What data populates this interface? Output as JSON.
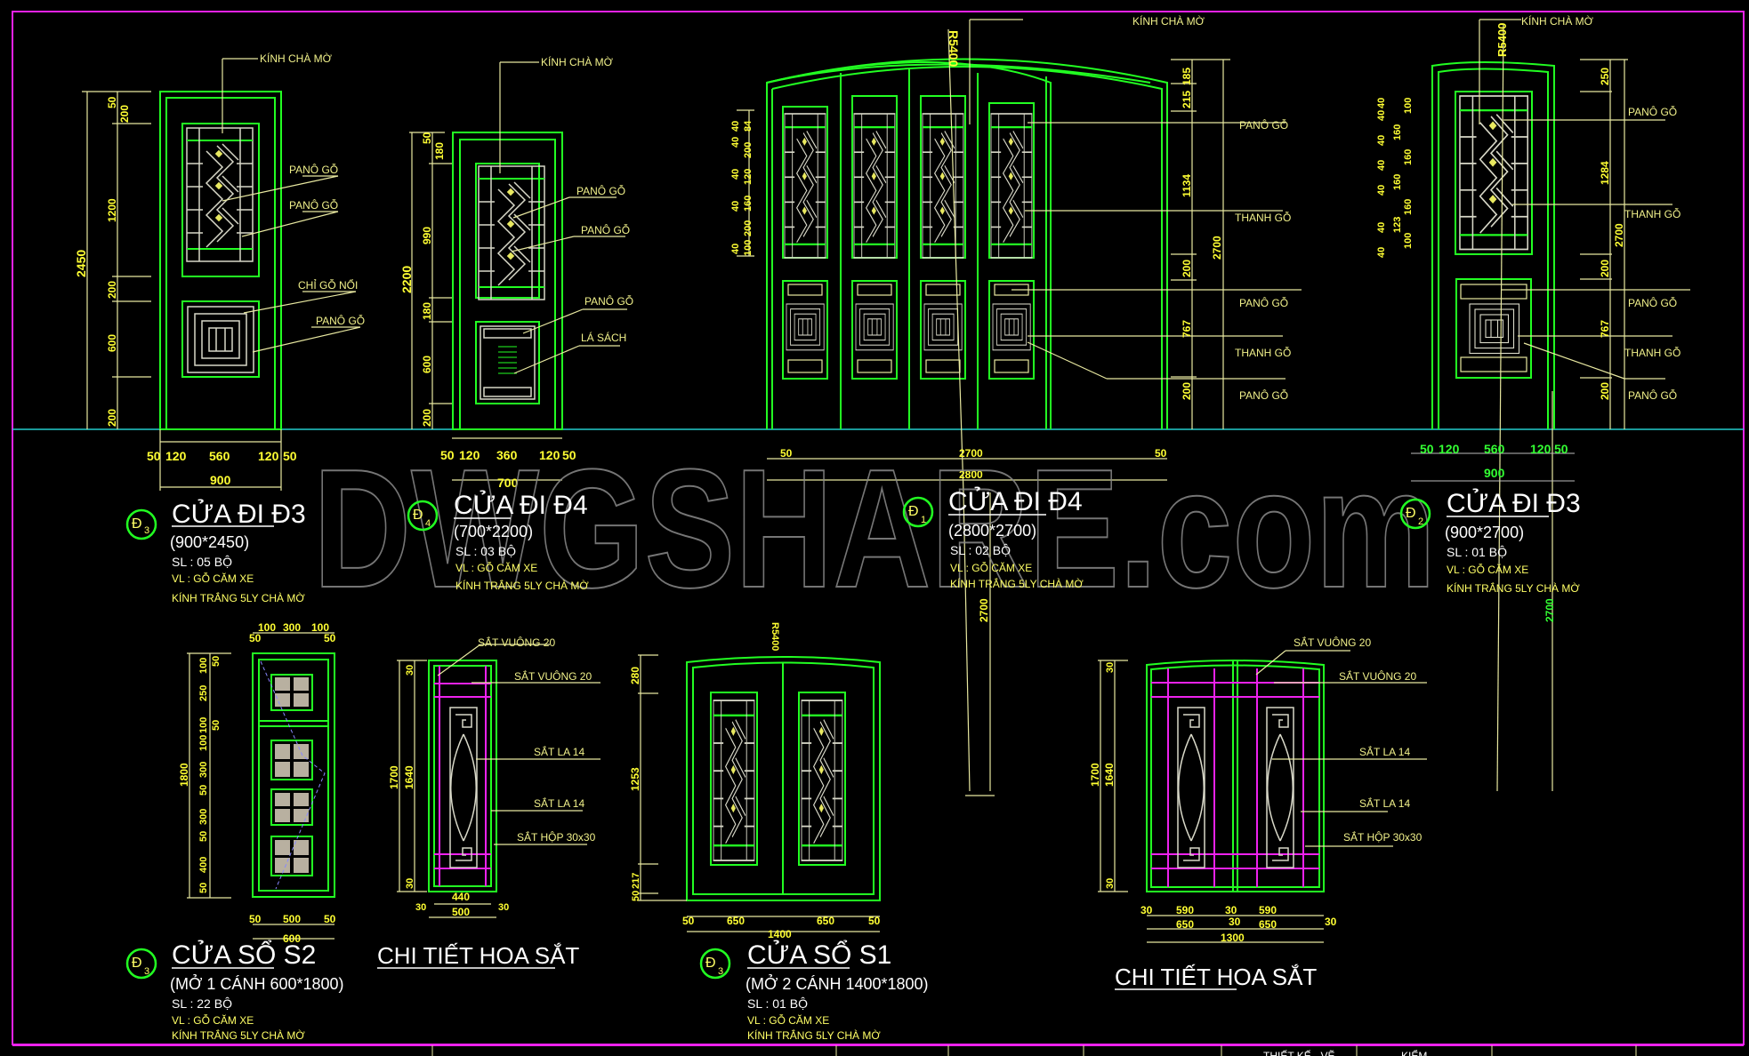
{
  "watermark": "DWGSHARE.com",
  "colors": {
    "background": "#000000",
    "frame": "#ee22ee",
    "ground_line": "#22cccc",
    "outline": "#22ff22",
    "dimension": "#ffff33",
    "text": "#ffffff"
  },
  "common_labels": {
    "kinh_cha_mo": "KÍNH CHÀ MỜ",
    "pano_go": "PANÔ GỖ",
    "thanh_go": "THANH GỖ",
    "chi_go_noi": "CHỈ GỖ NỔI",
    "la_sach": "LÁ SÁCH",
    "sat_vuong_20": "SẮT VUÔNG 20",
    "sat_la_14": "SẮT LA 14",
    "sat_hop": "SẮT HỘP 30x30",
    "r5400": "R5400"
  },
  "items": [
    {
      "tag_letter": "Đ",
      "tag_sub": "3",
      "title": "CỬA ĐI Đ3",
      "size": "(900*2450)",
      "qty": "SL : 05 BỘ",
      "material": "VL : GỖ CĂM XE",
      "glass": "KÍNH TRẮNG 5LY CHÀ MỜ",
      "dims": {
        "total_h": "2450",
        "v": [
          "50",
          "200",
          "1200",
          "200",
          "600",
          "200"
        ],
        "h": [
          "50",
          "120",
          "560",
          "120",
          "50"
        ],
        "total_w": "900"
      }
    },
    {
      "tag_letter": "Đ",
      "tag_sub": "4",
      "title": "CỬA ĐI Đ4",
      "size": "(700*2200)",
      "qty": "SL : 03 BỘ",
      "material": "VL : GỖ CĂM XE",
      "glass": "KÍNH TRẮNG 5LY CHÀ MỜ",
      "dims": {
        "total_h": "2200",
        "v": [
          "50",
          "180",
          "990",
          "180",
          "600",
          "200"
        ],
        "h": [
          "50",
          "120",
          "360",
          "120",
          "50"
        ],
        "total_w": "700"
      }
    },
    {
      "tag_letter": "Đ",
      "tag_sub": "1",
      "title": "CỬA ĐI Đ4",
      "size": "(2800*2700)",
      "qty": "SL : 02 BỘ",
      "material": "VL : GỖ CĂM XE",
      "glass": "KÍNH TRẮNG 5LY CHÀ MỜ",
      "dims": {
        "total_h": "2700",
        "v": [
          "185",
          "215",
          "1134",
          "200",
          "767",
          "200"
        ],
        "left": [
          "40",
          "40",
          "84",
          "200",
          "40",
          "40",
          "120",
          "40",
          "160",
          "40",
          "200",
          "40",
          "40",
          "100",
          "40"
        ],
        "h": [
          "50",
          "2700",
          "50"
        ],
        "total_w": "2800",
        "vert_2700": "2700"
      }
    },
    {
      "tag_letter": "Đ",
      "tag_sub": "2",
      "title": "CỬA ĐI Đ3",
      "size": "(900*2700)",
      "qty": "SL : 01 BỘ",
      "material": "VL : GỖ CĂM XE",
      "glass": "KÍNH TRẮNG 5LY CHÀ MỜ",
      "dims": {
        "total_h": "2700",
        "v": [
          "250",
          "1284",
          "200",
          "767",
          "200"
        ],
        "left": [
          "40",
          "40",
          "100",
          "160",
          "40",
          "160",
          "40",
          "160",
          "40",
          "160",
          "123",
          "40",
          "40",
          "100",
          "40"
        ],
        "h": [
          "50",
          "120",
          "560",
          "120",
          "50"
        ],
        "total_w": "900",
        "vert_2700": "2700"
      }
    },
    {
      "tag_letter": "Đ",
      "tag_sub": "3",
      "title": "CỬA SỔ S2",
      "size": "(MỞ 1 CÁNH 600*1800)",
      "qty": "SL : 22 BỘ",
      "material": "VL : GỖ CĂM XE",
      "glass": "KÍNH TRẮNG 5LY CHÀ MỜ",
      "dims": {
        "total_h": "1800",
        "v": [
          "50",
          "100",
          "250",
          "100",
          "50",
          "100",
          "300",
          "50",
          "300",
          "50",
          "400",
          "50"
        ],
        "top": [
          "50",
          "100",
          "300",
          "100",
          "50"
        ],
        "h": [
          "50",
          "500",
          "50"
        ],
        "total_w": "600"
      }
    },
    {
      "title": "CHI TIẾT HOA SẮT",
      "variant": "single",
      "dims": {
        "total_h": "1700",
        "inner_h": "1640",
        "v": [
          "30",
          "30"
        ],
        "h": [
          "30",
          "440",
          "30"
        ],
        "total_w": "500"
      }
    },
    {
      "tag_letter": "Đ",
      "tag_sub": "3",
      "title": "CỬA SỔ S1",
      "size": "(MỞ 2 CÁNH 1400*1800)",
      "qty": "SL : 01 BỘ",
      "material": "VL : GỖ CĂM XE",
      "glass": "KÍNH TRẮNG 5LY CHÀ MỜ",
      "dims": {
        "v": [
          "280",
          "1253",
          "217",
          "50"
        ],
        "h": [
          "50",
          "650",
          "650",
          "50"
        ],
        "total_w": "1400"
      }
    },
    {
      "title": "CHI TIẾT HOA SẮT",
      "variant": "double",
      "dims": {
        "total_h": "1700",
        "inner_h": "1640",
        "v": [
          "30",
          "30"
        ],
        "row1": [
          "30",
          "590",
          "30",
          "590"
        ],
        "row2": [
          "650",
          "30",
          "650",
          "30"
        ],
        "total_w": "1300"
      }
    }
  ],
  "title_block": {
    "cells": [
      "",
      "THIẾT KẾ - VẼ",
      "KIỂM",
      "",
      ""
    ]
  }
}
